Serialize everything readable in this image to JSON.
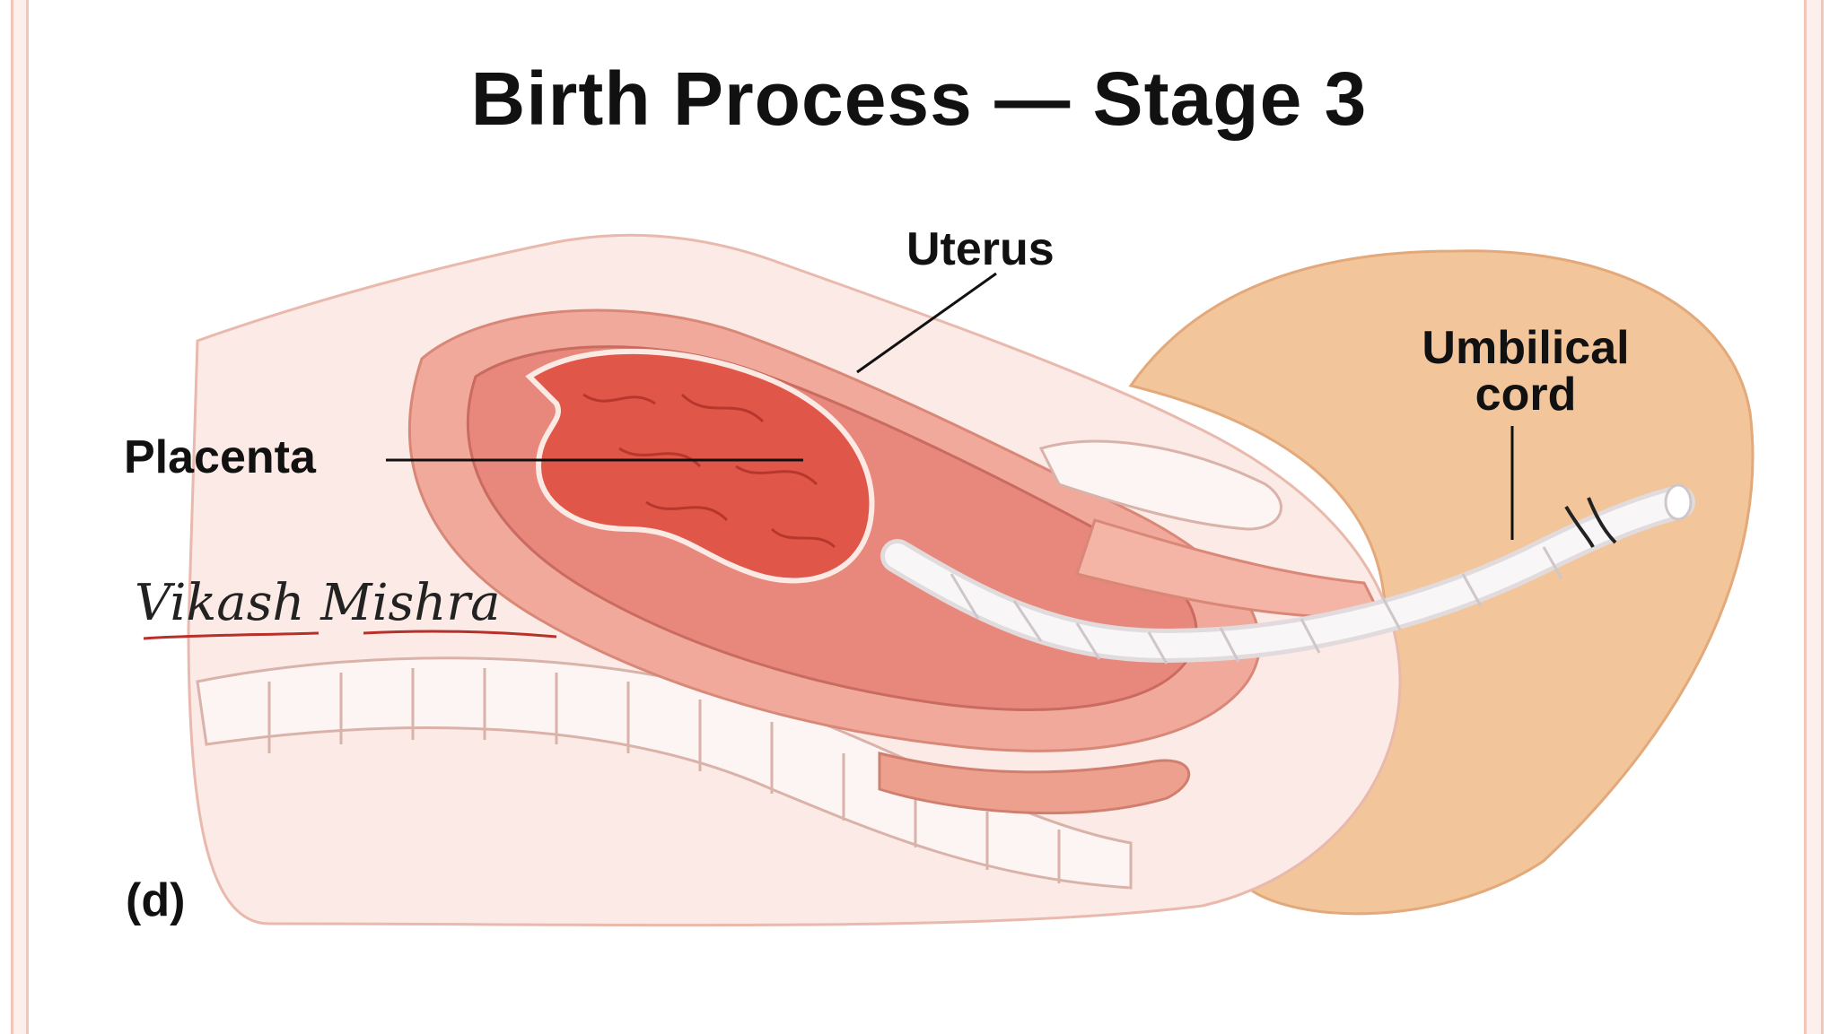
{
  "title": "Birth Process — Stage 3",
  "labels": {
    "uterus": "Uterus",
    "umbilical_cord_line1": "Umbilical",
    "umbilical_cord_line2": "cord",
    "placenta": "Placenta",
    "panel": "(d)"
  },
  "signature": "Vikash Mishra",
  "colors": {
    "skin": "#f2c59a",
    "tissue_light": "#fbe9e4",
    "uterus_wall": "#f0a99b",
    "uterus_cavity": "#e8887c",
    "placenta": "#e0574a",
    "cord": "#f4f1f2",
    "accent_frame": "#f3c6b8"
  }
}
